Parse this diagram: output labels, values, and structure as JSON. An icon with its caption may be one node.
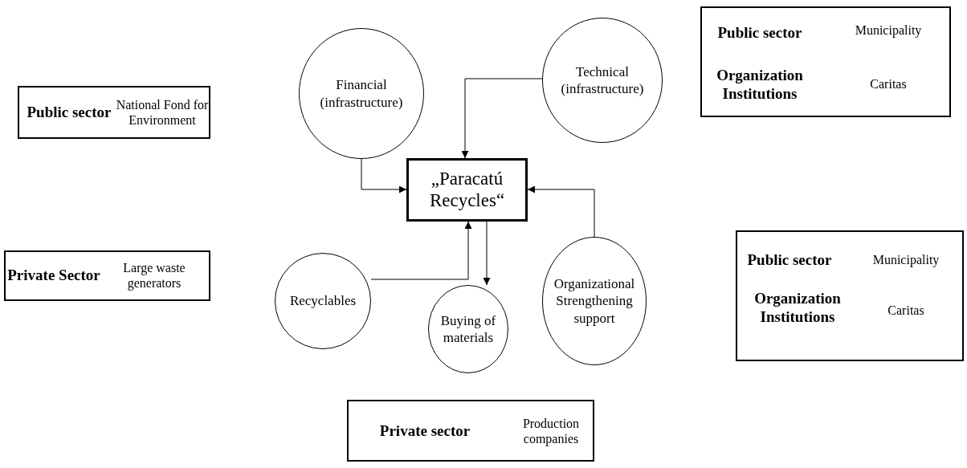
{
  "diagram": {
    "nodes": [
      {
        "text": [
          "Public sector",
          "National Fond for Environment"
        ]
      },
      {
        "text": [
          "Financial (infrastructure)"
        ]
      },
      {
        "text": [
          "Technical (infrastructure)"
        ]
      },
      {
        "text": [
          "Public sector",
          "Municipality",
          "Organization Institutions",
          "Caritas"
        ]
      },
      {
        "text": [
          "„Paracatú Recycles“"
        ]
      },
      {
        "text": [
          "Private Sector",
          "Large waste generators"
        ]
      },
      {
        "text": [
          "Recyclables"
        ]
      },
      {
        "text": [
          "Organizational Strengthening support"
        ]
      },
      {
        "text": [
          "Public sector",
          "Municipality",
          "Organization Institutions",
          "Caritas"
        ]
      },
      {
        "text": [
          "Buying of materials"
        ]
      },
      {
        "text": [
          "Private  sector",
          "Production companies"
        ]
      }
    ],
    "edges": [
      {
        "from": 1,
        "to": 4,
        "arrow": "to"
      },
      {
        "from": 2,
        "to": 4,
        "arrow": "to"
      },
      {
        "from": 6,
        "to": 4,
        "arrow": "to"
      },
      {
        "from": 4,
        "to": 9,
        "arrow": "to"
      },
      {
        "from": 7,
        "to": 4,
        "arrow": "to"
      }
    ]
  }
}
